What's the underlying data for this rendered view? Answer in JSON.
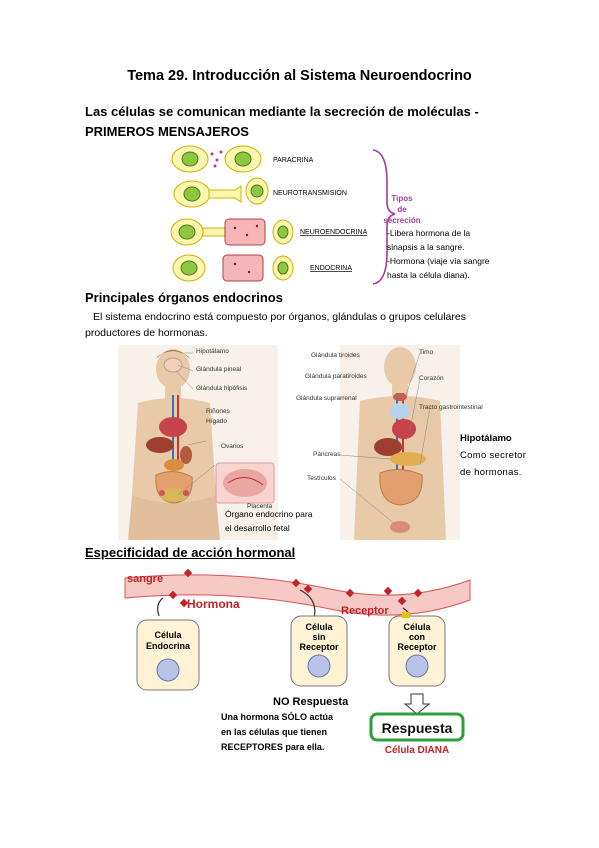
{
  "title": "Tema 29. Introducción al Sistema Neuroendocrino",
  "section1": {
    "heading_line1": "Las células se comunican mediante la secreción de moléculas -",
    "heading_line2": "PRIMEROS MENSAJEROS",
    "figure": {
      "labels": [
        "PARACRINA",
        "NEUROTRANSMISIÓN",
        "NEUROENDOCRINA",
        "ENDOCRINA"
      ],
      "types_line1": "Tipos",
      "types_line2": "de",
      "types_line3": "secreción",
      "notes": [
        "-Libera hormona de la",
        "sinapsis a la sangre.",
        "-Hormona (viaje vía sangre",
        "hasta la célula diana)."
      ]
    }
  },
  "section2": {
    "heading": "Principales órganos endocrinos",
    "text_line1": "El sistema endocrino está compuesto por órganos, glándulas o grupos celulares",
    "text_line2": "productores de hormonas.",
    "left_labels": [
      "Hipotálamo",
      "Glándula pineal",
      "Glándula hipófisis",
      "Riñones",
      "Hígado",
      "Ovarios",
      "Placenta"
    ],
    "right_labels": [
      "Glándula tiroides",
      "Timo",
      "Glándula paratiroides",
      "Corazón",
      "Glándula suprarrenal",
      "Tracto gastrointestinal",
      "Páncreas",
      "Testículos"
    ],
    "placenta_note_line1": "Órgano endocrino para",
    "placenta_note_line2": "el desarrollo fetal",
    "hypothalamus_title": "Hipotálamo",
    "hypothalamus_line1": "Como secretor",
    "hypothalamus_line2": "de hormonas."
  },
  "section3": {
    "heading": "Especificidad de acción hormonal",
    "figure": {
      "blood_label": "sangre",
      "hormone_label": "Hormona",
      "receptor_label": "Receptor",
      "cell1": [
        "Célula",
        "Endocrina"
      ],
      "cell2": [
        "Célula",
        "sin",
        "Receptor"
      ],
      "cell3": [
        "Célula",
        "con",
        "Receptor"
      ],
      "no_response": "NO Respuesta",
      "response": "Respuesta",
      "target_cell": "Célula DIANA"
    },
    "note_line1": "Una hormona SÓLO actúa",
    "note_line2": "en las células que tienen",
    "note_line3": "RECEPTORES para ella."
  },
  "colors": {
    "cell_yellow": "#fdf6b0",
    "nucleus_green": "#8dc63f",
    "axon_pink": "#f4b6b6",
    "bracket_purple": "#a23c9e",
    "blood_red": "#d9534f",
    "cell_beige": "#fff3d6",
    "response_green": "#2e9e3a"
  }
}
